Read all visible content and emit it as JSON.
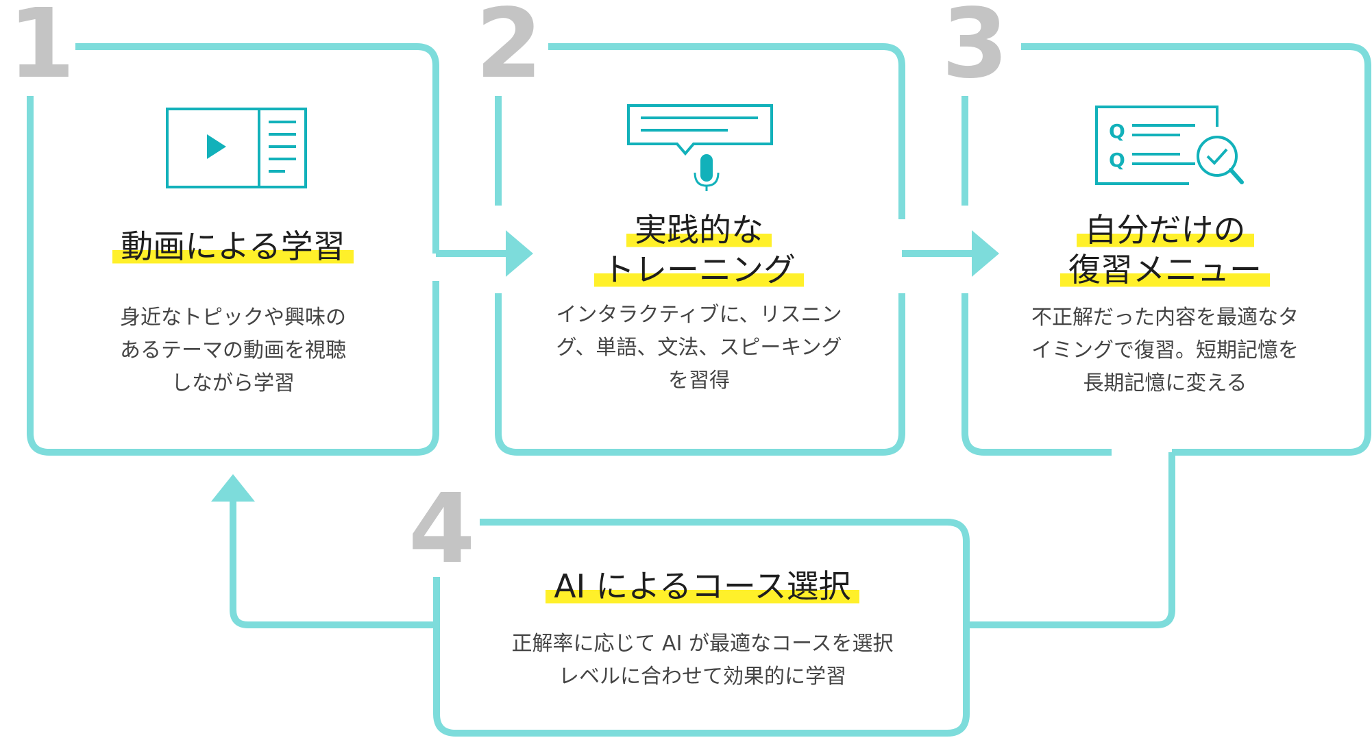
{
  "colors": {
    "accent": "#7ddcdb",
    "icon": "#12b1ba",
    "highlight": "#fff02a",
    "step_number": "#c4c4c4",
    "title_text": "#1e1e1e",
    "body_text": "#444444"
  },
  "steps": [
    {
      "number": "1",
      "icon": "video-lesson-icon",
      "title_lines": [
        "動画による学習"
      ],
      "description": "身近なトピックや興味の\nあるテーマの動画を視聴\nしながら学習"
    },
    {
      "number": "2",
      "icon": "speech-microphone-icon",
      "title_lines": [
        "実践的な",
        "トレーニング"
      ],
      "description": "インタラクティブに、リスニン\nグ、単語、文法、スピーキング\nを習得"
    },
    {
      "number": "3",
      "icon": "quiz-review-icon",
      "title_lines": [
        "自分だけの",
        "復習メニュー"
      ],
      "description": "不正解だった内容を最適なタ\nイミングで復習。短期記憶を\n長期記憶に変える"
    },
    {
      "number": "4",
      "icon": "",
      "title_lines": [
        "AI によるコース選択"
      ],
      "description": "正解率に応じて AI が最適なコースを選択\nレベルに合わせて効果的に学習"
    }
  ]
}
